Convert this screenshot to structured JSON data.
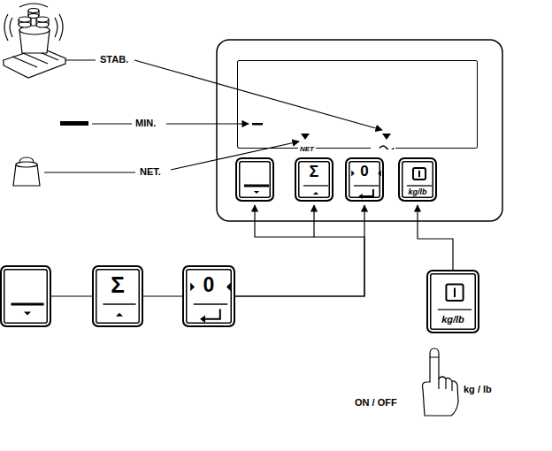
{
  "diagram": {
    "nodes": [
      {
        "text": [
          "NET"
        ]
      },
      {
        "text": [
          "Σ"
        ]
      },
      {
        "text": [
          "0"
        ]
      },
      {
        "text": [
          "kg/lb"
        ]
      },
      {
        "text": [
          "Σ"
        ]
      },
      {
        "text": [
          "0"
        ]
      },
      {
        "text": [
          "kg/lb"
        ]
      }
    ],
    "edges": [
      {
        "from": 6,
        "to": 3,
        "arrow": "to"
      },
      {
        "from": 5,
        "to": 1,
        "arrow": "to"
      },
      {
        "from": 5,
        "to": 2,
        "arrow": "to"
      },
      {
        "from": 4,
        "to": 5,
        "arrow": "none"
      }
    ],
    "labels": [
      "STAB.",
      "MIN.",
      "NET.",
      "ON / OFF",
      "kg / lb"
    ]
  }
}
